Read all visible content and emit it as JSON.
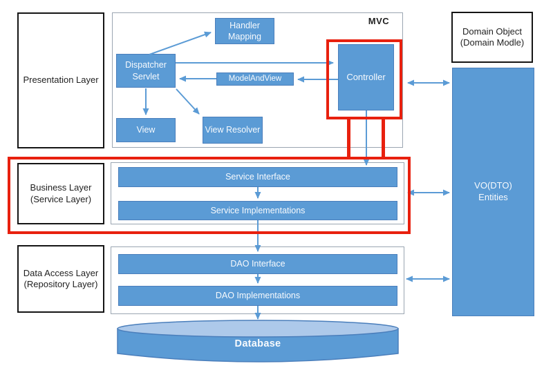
{
  "colors": {
    "node_blue": "#5b9bd5",
    "node_border": "#4a7ebb",
    "container_border": "#9aa5b1",
    "label_box_border": "#141414",
    "highlight_red": "#e8200e",
    "arrow_blue": "#5b9bd5",
    "cylinder_top": "#adc9ea",
    "cylinder_border": "#4a7ebb",
    "text_dark": "#1f1f1f",
    "text_light": "#f7fafd"
  },
  "layers": {
    "presentation": {
      "label": "Presentation Layer"
    },
    "business": {
      "label_line1": "Business Layer",
      "label_line2": "(Service Layer)"
    },
    "data_access": {
      "label_line1": "Data Access Layer",
      "label_line2": "(Repository Layer)"
    },
    "domain": {
      "label_line1": "Domain Object",
      "label_line2": "(Domain Modle)"
    }
  },
  "mvc": {
    "container_label": "MVC",
    "handler_mapping": "Handler Mapping",
    "dispatcher_servlet": "Dispatcher Servlet",
    "model_and_view": "ModelAndView",
    "controller": "Controller",
    "view": "View",
    "view_resolver": "View Resolver"
  },
  "business": {
    "service_interface": "Service Interface",
    "service_implementations": "Service Implementations"
  },
  "data_access": {
    "dao_interface": "DAO Interface",
    "dao_implementations": "DAO Implementations"
  },
  "domain": {
    "vo_line1": "VO(DTO)",
    "vo_line2": "Entities"
  },
  "database": {
    "label": "Database"
  }
}
